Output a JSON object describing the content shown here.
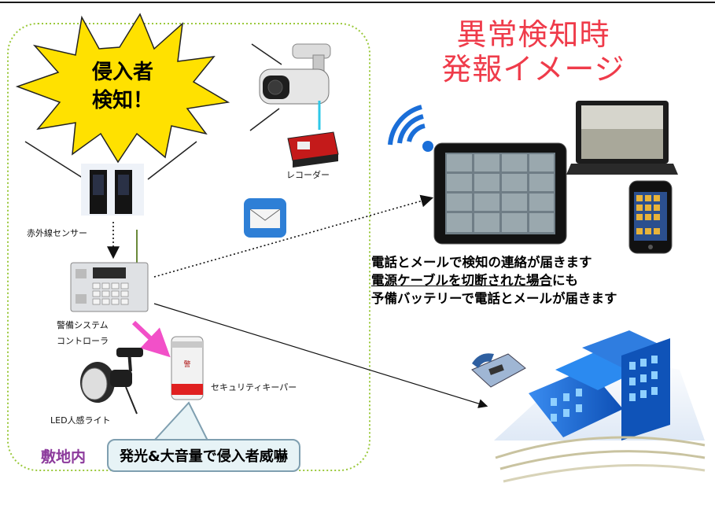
{
  "title": {
    "line1": "異常検知時",
    "line2": "発報イメージ"
  },
  "burst": {
    "line1": "侵入者",
    "line2": "検知！"
  },
  "labels": {
    "recorder": "レコーダー",
    "sensor": "赤外線センサー",
    "controller_line1": "警備システム",
    "controller_line2": "コントローラ",
    "keeper": "セキュリティキーパー",
    "led_light": "LED人感ライト",
    "area": "敷地内"
  },
  "bubble": "発光&大音量で侵入者威嚇",
  "message": {
    "line1": "電話とメールで検知の連絡が届きます",
    "line2_underlined": "電源ケーブルを切断された場合",
    "line2_rest": "にも",
    "line3": "予備バッテリーで電話とメールが届きます"
  },
  "colors": {
    "title": "#ef3b4a",
    "area_label": "#8c3a9c",
    "boundary": "#9bc93c",
    "pink_arrow": "#f250c8",
    "burst": "#ffe100",
    "building": "#1f77e0"
  }
}
